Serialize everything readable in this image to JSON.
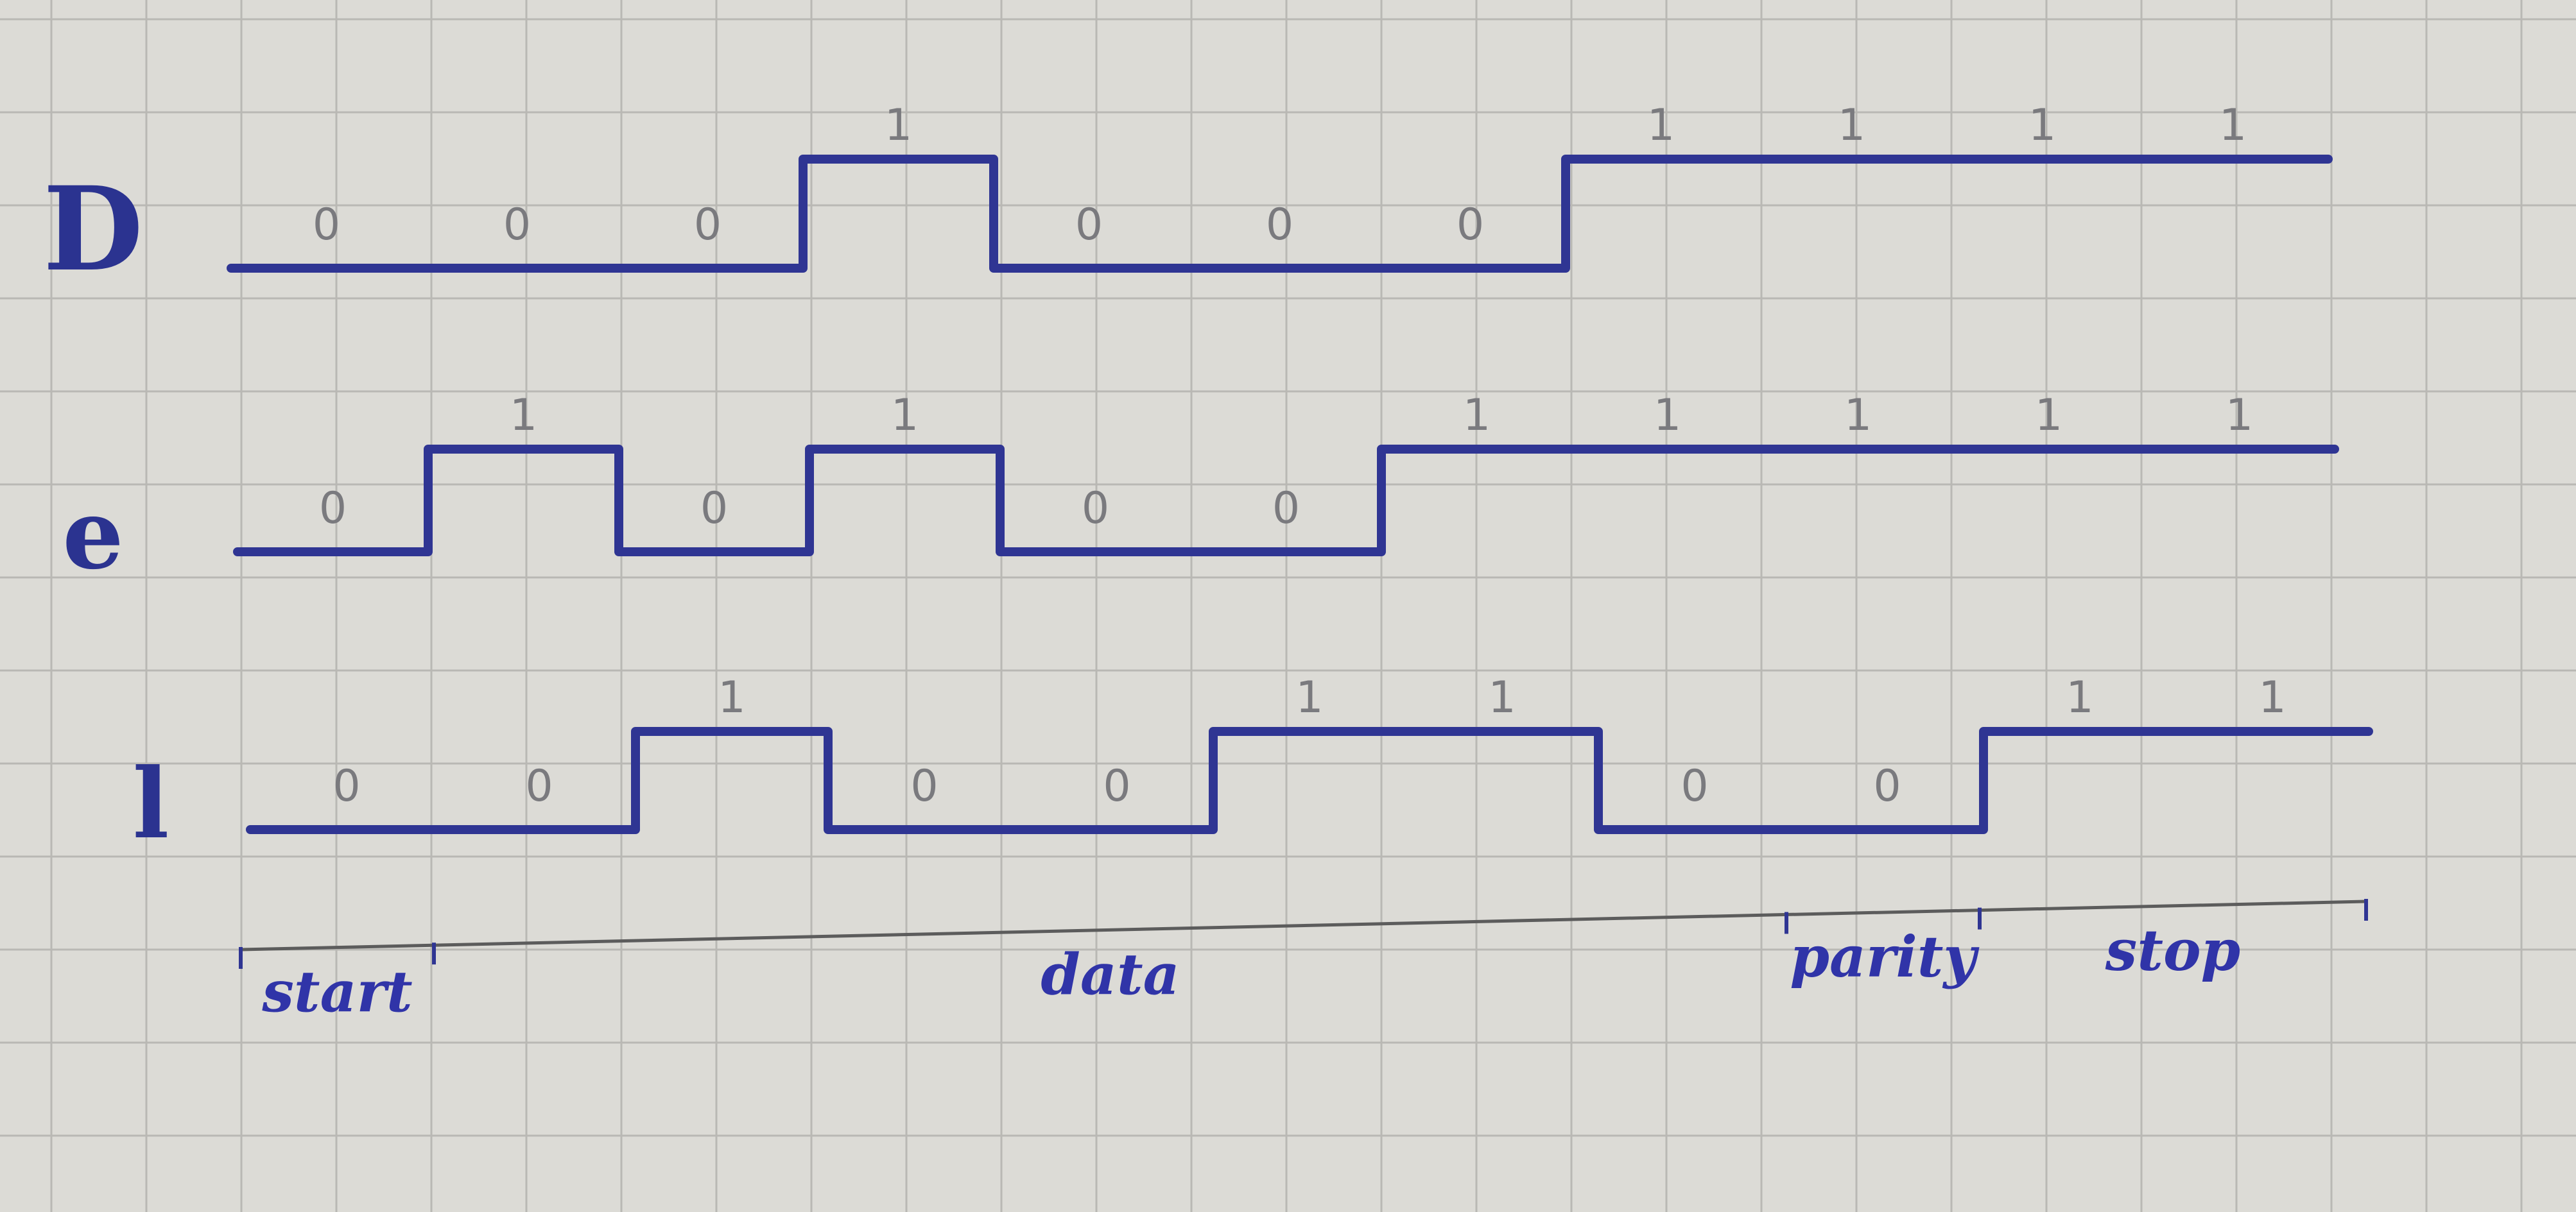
{
  "signals": [
    {
      "label": "D",
      "levels": [
        0,
        0,
        0,
        1,
        0,
        0,
        0,
        1,
        1,
        1,
        1
      ],
      "bit_labels": [
        "0",
        "0",
        "0",
        "1",
        "0",
        "0",
        "0",
        "1",
        "1",
        "1",
        "1"
      ]
    },
    {
      "label": "e",
      "levels": [
        0,
        1,
        0,
        1,
        0,
        0,
        1,
        1,
        1,
        1,
        1
      ],
      "bit_labels": [
        "0",
        "1",
        "0",
        "1",
        "0",
        "0",
        "1",
        "1",
        "1",
        "1",
        "1"
      ]
    },
    {
      "label": "l",
      "levels": [
        0,
        0,
        1,
        0,
        0,
        1,
        1,
        0,
        0,
        1,
        1
      ],
      "bit_labels": [
        "0",
        "0",
        "1",
        "0",
        "0",
        "1",
        "1",
        "0",
        "0",
        "1",
        "1"
      ]
    }
  ],
  "frame_sections": [
    {
      "label": "start",
      "from_bit": 0,
      "to_bit": 0
    },
    {
      "label": "data",
      "from_bit": 1,
      "to_bit": 7
    },
    {
      "label": "parity",
      "from_bit": 8,
      "to_bit": 8
    },
    {
      "label": "stop",
      "from_bit": 9,
      "to_bit": 10
    }
  ],
  "colors": {
    "ink": "#2f3593",
    "pencil": "#7a7a7e",
    "paper": "#dcdbd6",
    "grid": "#b9b8b4"
  }
}
